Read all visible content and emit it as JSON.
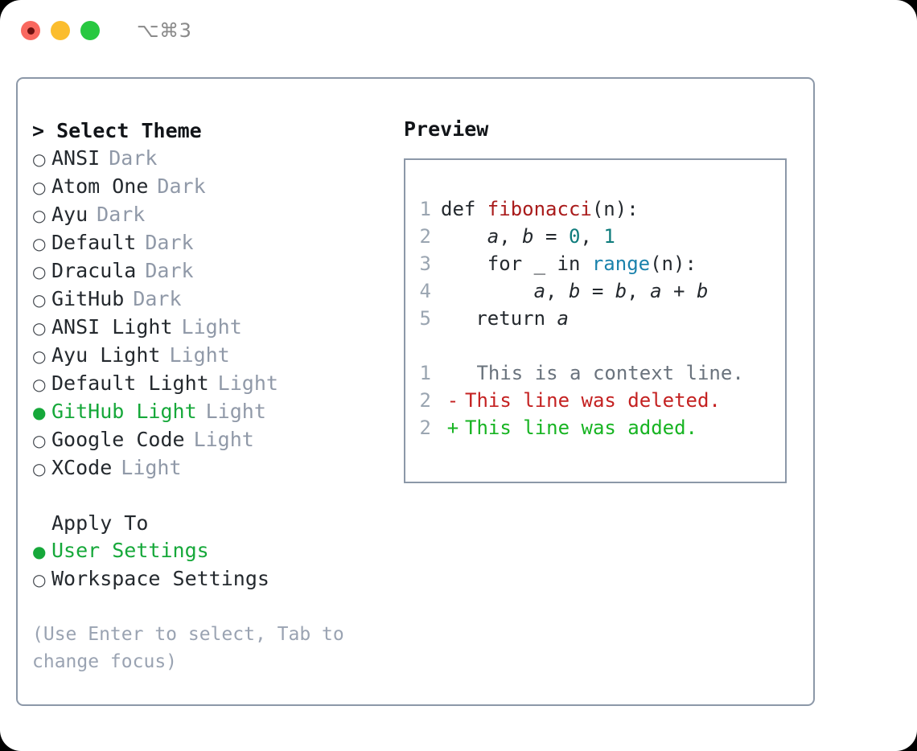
{
  "titlebar": {
    "shortcut": "⌥⌘3",
    "lights": [
      {
        "name": "close",
        "color": "#f9685f"
      },
      {
        "name": "minimize",
        "color": "#fbbd2e"
      },
      {
        "name": "zoom",
        "color": "#28c840"
      }
    ]
  },
  "theme_picker": {
    "heading": "> Select Theme",
    "selected_bullet": "●",
    "unselected_bullet": "○",
    "selected_color": "#16a83a",
    "items": [
      {
        "bullet": "○",
        "label": "ANSI",
        "suffix": "Dark",
        "selected": false
      },
      {
        "bullet": "○",
        "label": "Atom One",
        "suffix": "Dark",
        "selected": false
      },
      {
        "bullet": "○",
        "label": "Ayu",
        "suffix": "Dark",
        "selected": false
      },
      {
        "bullet": "○",
        "label": "Default",
        "suffix": "Dark",
        "selected": false
      },
      {
        "bullet": "○",
        "label": "Dracula",
        "suffix": "Dark",
        "selected": false
      },
      {
        "bullet": "○",
        "label": "GitHub",
        "suffix": "Dark",
        "selected": false
      },
      {
        "bullet": "○",
        "label": "ANSI Light",
        "suffix": "Light",
        "selected": false
      },
      {
        "bullet": "○",
        "label": "Ayu Light",
        "suffix": "Light",
        "selected": false
      },
      {
        "bullet": "○",
        "label": "Default Light",
        "suffix": "Light",
        "selected": false
      },
      {
        "bullet": "●",
        "label": "GitHub Light",
        "suffix": "Light",
        "selected": true
      },
      {
        "bullet": "○",
        "label": "Google Code",
        "suffix": "Light",
        "selected": false
      },
      {
        "bullet": "○",
        "label": "XCode",
        "suffix": "Light",
        "selected": false
      }
    ]
  },
  "apply_to": {
    "heading": "Apply To",
    "items": [
      {
        "bullet": "●",
        "label": "User Settings",
        "selected": true
      },
      {
        "bullet": "○",
        "label": "Workspace Settings",
        "selected": false
      }
    ]
  },
  "hint": "(Use Enter to select, Tab to change focus)",
  "preview": {
    "title": "Preview",
    "code_lines": [
      {
        "number": "1",
        "parts": [
          {
            "text": "def ",
            "kind": "plain"
          },
          {
            "text": "fibonacci",
            "kind": "fn"
          },
          {
            "text": "(n):",
            "kind": "plain"
          }
        ]
      },
      {
        "number": "2",
        "parts": [
          {
            "text": "    ",
            "kind": "plain"
          },
          {
            "text": "a",
            "kind": "var"
          },
          {
            "text": ", ",
            "kind": "plain"
          },
          {
            "text": "b",
            "kind": "var"
          },
          {
            "text": " = ",
            "kind": "plain"
          },
          {
            "text": "0",
            "kind": "num"
          },
          {
            "text": ", ",
            "kind": "plain"
          },
          {
            "text": "1",
            "kind": "num"
          }
        ]
      },
      {
        "number": "3",
        "parts": [
          {
            "text": "    for _ in ",
            "kind": "plain"
          },
          {
            "text": "range",
            "kind": "kw"
          },
          {
            "text": "(n):",
            "kind": "plain"
          }
        ]
      },
      {
        "number": "4",
        "parts": [
          {
            "text": "        ",
            "kind": "plain"
          },
          {
            "text": "a",
            "kind": "var"
          },
          {
            "text": ", ",
            "kind": "plain"
          },
          {
            "text": "b",
            "kind": "var"
          },
          {
            "text": " = ",
            "kind": "plain"
          },
          {
            "text": "b",
            "kind": "var"
          },
          {
            "text": ", ",
            "kind": "plain"
          },
          {
            "text": "a",
            "kind": "var"
          },
          {
            "text": " + ",
            "kind": "plain"
          },
          {
            "text": "b",
            "kind": "var"
          }
        ]
      },
      {
        "number": "5",
        "parts": [
          {
            "text": "   return ",
            "kind": "plain"
          },
          {
            "text": "a",
            "kind": "var"
          }
        ]
      }
    ],
    "diff_lines": [
      {
        "number": "1",
        "sign": " ",
        "text": " This is a context line.",
        "kind": "ctx"
      },
      {
        "number": "2",
        "sign": "-",
        "text": "This line was deleted.",
        "kind": "del"
      },
      {
        "number": "2",
        "sign": "+",
        "text": "This line was added.",
        "kind": "add"
      }
    ],
    "colors": {
      "function": "#a91b1b",
      "number": "#0f7c7c",
      "keyword": "#1a82ac",
      "text": "#24292e",
      "line_number": "#9aa5b1",
      "diff_context": "#6a737d",
      "diff_delete": "#c42121",
      "diff_add": "#17b422",
      "border": "#8c98a8"
    }
  }
}
